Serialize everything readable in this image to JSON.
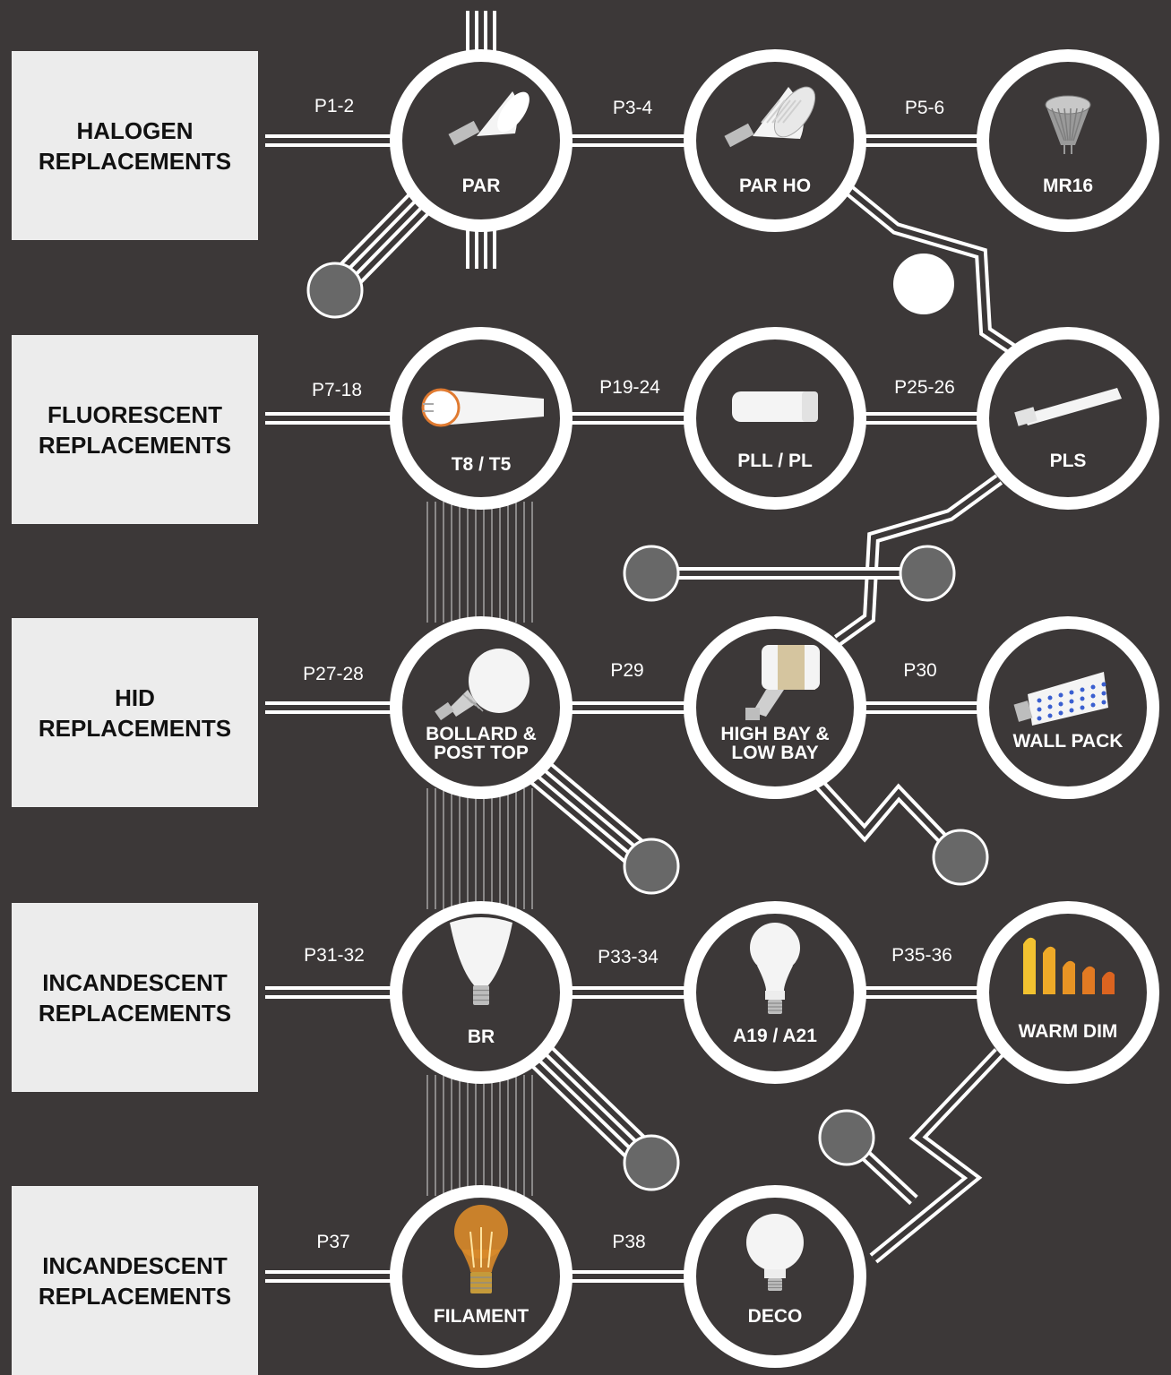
{
  "categories": [
    {
      "id": "halogen",
      "label": "HALOGEN\nREPLACEMENTS"
    },
    {
      "id": "fluorescent",
      "label": "FLUORESCENT\nREPLACEMENTS"
    },
    {
      "id": "hid",
      "label": "HID\nREPLACEMENTS"
    },
    {
      "id": "incandescent-1",
      "label": "INCANDESCENT\nREPLACEMENTS"
    },
    {
      "id": "incandescent-2",
      "label": "INCANDESCENT\nREPLACEMENTS"
    }
  ],
  "products": [
    {
      "id": "par",
      "label": [
        "PAR"
      ],
      "icon": "par-bulb-icon"
    },
    {
      "id": "par-ho",
      "label": [
        "PAR HO"
      ],
      "icon": "par-ho-bulb-icon"
    },
    {
      "id": "mr16",
      "label": [
        "MR16"
      ],
      "icon": "mr16-bulb-icon"
    },
    {
      "id": "t8-t5",
      "label": [
        "T8 / T5"
      ],
      "icon": "tube-lamp-icon"
    },
    {
      "id": "pll-pl",
      "label": [
        "PLL / PL"
      ],
      "icon": "pll-lamp-icon"
    },
    {
      "id": "pls",
      "label": [
        "PLS"
      ],
      "icon": "pls-lamp-icon"
    },
    {
      "id": "bollard-post-top",
      "label": [
        "BOLLARD &",
        "POST TOP"
      ],
      "icon": "bollard-bulb-icon"
    },
    {
      "id": "high-bay-low-bay",
      "label": [
        "HIGH BAY &",
        "LOW BAY"
      ],
      "icon": "high-bay-lamp-icon"
    },
    {
      "id": "wall-pack",
      "label": [
        "WALL PACK"
      ],
      "icon": "corn-lamp-icon"
    },
    {
      "id": "br",
      "label": [
        "BR"
      ],
      "icon": "br-bulb-icon"
    },
    {
      "id": "a19-a21",
      "label": [
        "A19 / A21"
      ],
      "icon": "a19-bulb-icon"
    },
    {
      "id": "warm-dim",
      "label": [
        "WARM DIM"
      ],
      "icon": "warm-dim-bars-icon"
    },
    {
      "id": "filament",
      "label": [
        "FILAMENT"
      ],
      "icon": "filament-bulb-icon"
    },
    {
      "id": "deco",
      "label": [
        "DECO"
      ],
      "icon": "globe-bulb-icon"
    }
  ],
  "pages": [
    "P1-2",
    "P3-4",
    "P5-6",
    "P7-18",
    "P19-24",
    "P25-26",
    "P27-28",
    "P29",
    "P30",
    "P31-32",
    "P33-34",
    "P35-36",
    "P37",
    "P38"
  ],
  "colors": {
    "background": "#3c3838",
    "box": "#ececec",
    "ring": "#ffffff",
    "node_fill": "#3c3838",
    "dot": "#686868",
    "warm_dim_bars": [
      "#f2c230",
      "#eeaa28",
      "#e89424",
      "#e27a22",
      "#db6420"
    ]
  }
}
